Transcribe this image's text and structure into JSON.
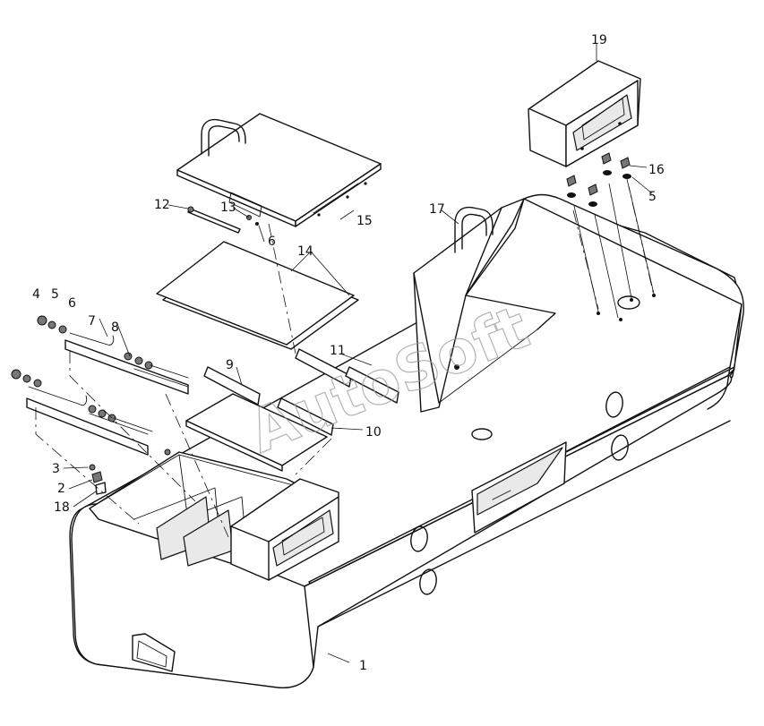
{
  "watermark": "AutoSoft",
  "callouts": [
    {
      "id": "c1",
      "label": "1"
    },
    {
      "id": "c2",
      "label": "2"
    },
    {
      "id": "c3",
      "label": "3"
    },
    {
      "id": "c4",
      "label": "4"
    },
    {
      "id": "c5a",
      "label": "5"
    },
    {
      "id": "c5b",
      "label": "5"
    },
    {
      "id": "c6a",
      "label": "6"
    },
    {
      "id": "c6b",
      "label": "6"
    },
    {
      "id": "c7",
      "label": "7"
    },
    {
      "id": "c8",
      "label": "8"
    },
    {
      "id": "c9",
      "label": "9"
    },
    {
      "id": "c10",
      "label": "10"
    },
    {
      "id": "c11",
      "label": "11"
    },
    {
      "id": "c12",
      "label": "12"
    },
    {
      "id": "c13",
      "label": "13"
    },
    {
      "id": "c14",
      "label": "14"
    },
    {
      "id": "c15",
      "label": "15"
    },
    {
      "id": "c16",
      "label": "16"
    },
    {
      "id": "c17",
      "label": "17"
    },
    {
      "id": "c18",
      "label": "18"
    },
    {
      "id": "c19",
      "label": "19"
    }
  ]
}
